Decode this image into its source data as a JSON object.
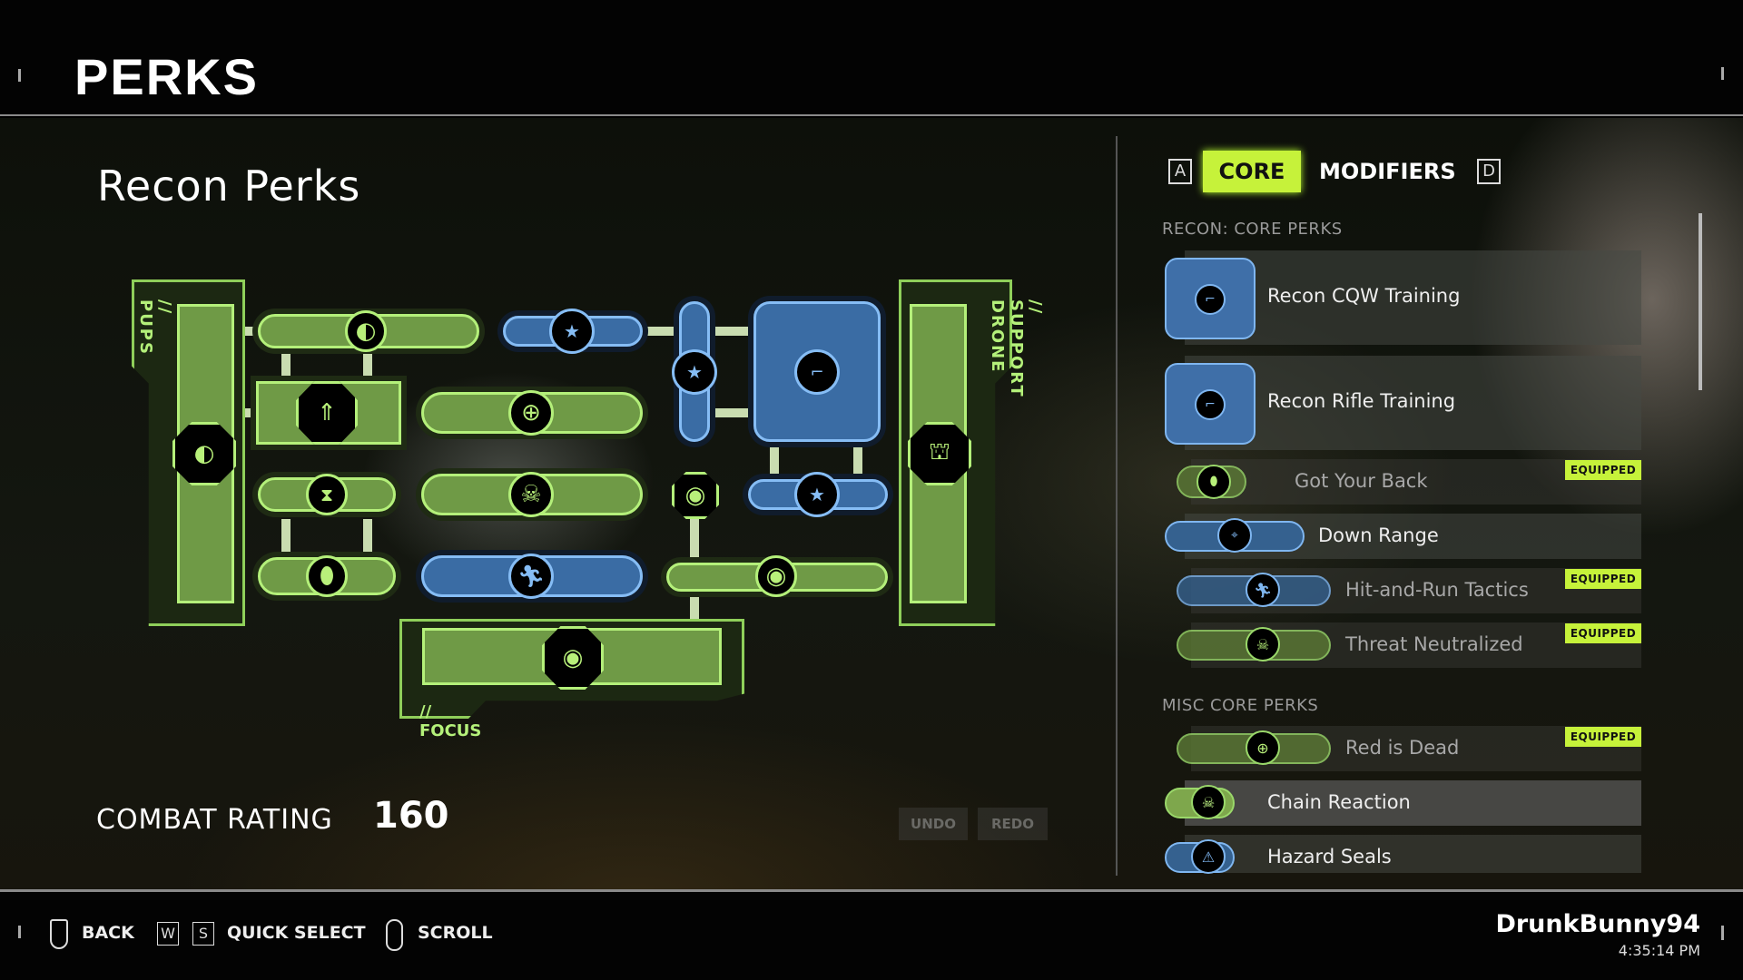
{
  "header": {
    "title": "PERKS"
  },
  "tree": {
    "title": "Recon Perks",
    "pups_label": "// PUPS",
    "drone_label": "// SUPPORT DRONE",
    "focus_label": "// FOCUS",
    "combat_rating_label": "COMBAT RATING",
    "combat_rating_value": "160",
    "undo": "UNDO",
    "redo": "REDO"
  },
  "tabs": {
    "left_key": "A",
    "core": "CORE",
    "modifiers": "MODIFIERS",
    "right_key": "D"
  },
  "list": {
    "section1": "RECON: CORE PERKS",
    "section2": "MISC CORE PERKS",
    "equipped_label": "EQUIPPED",
    "items": [
      {
        "name": "Recon CQW Training",
        "color": "blue",
        "equipped": false
      },
      {
        "name": "Recon Rifle Training",
        "color": "blue",
        "equipped": false
      },
      {
        "name": "Got Your Back",
        "color": "green",
        "equipped": true
      },
      {
        "name": "Down Range",
        "color": "blue",
        "equipped": false
      },
      {
        "name": "Hit-and-Run Tactics",
        "color": "blue",
        "equipped": true
      },
      {
        "name": "Threat Neutralized",
        "color": "green",
        "equipped": true
      },
      {
        "name": "Red is Dead",
        "color": "green",
        "equipped": true
      },
      {
        "name": "Chain Reaction",
        "color": "green",
        "equipped": false
      },
      {
        "name": "Hazard Seals",
        "color": "blue",
        "equipped": false
      }
    ]
  },
  "footer": {
    "back": "BACK",
    "key_w": "W",
    "key_s": "S",
    "quick_select": "QUICK SELECT",
    "scroll": "SCROLL",
    "username": "DrunkBunny94",
    "time": "4:35:14 PM"
  },
  "colors": {
    "accent": "#c6f23a",
    "green": "#b4f07a",
    "blue": "#86bdf5"
  }
}
